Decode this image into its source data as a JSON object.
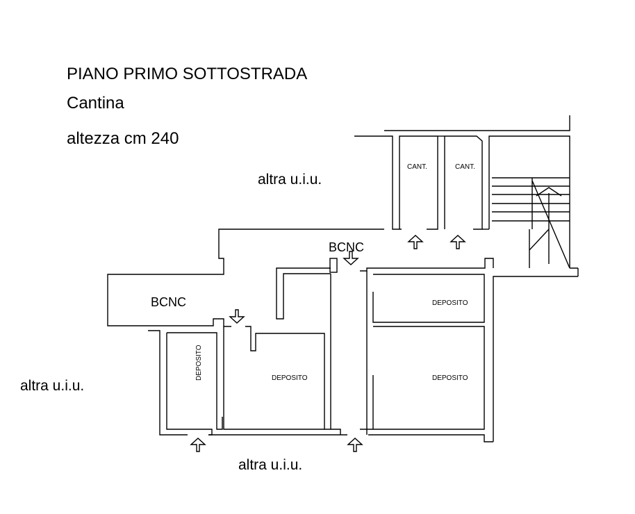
{
  "header": {
    "title": "PIANO PRIMO SOTTOSTRADA",
    "subtitle": "Cantina",
    "height_note": "altezza cm 240"
  },
  "neighbors": {
    "top": "altra u.i.u.",
    "left": "altra u.i.u.",
    "bottom": "altra u.i.u."
  },
  "rooms": {
    "cantina_1": "CANT.",
    "cantina_2": "CANT.",
    "bcnc_top": "BCNC",
    "bcnc_left": "BCNC",
    "deposito_vertical": "DEPOSITO",
    "deposito_center": "DEPOSITO",
    "deposito_right_top": "DEPOSITO",
    "deposito_right_bottom": "DEPOSITO"
  }
}
